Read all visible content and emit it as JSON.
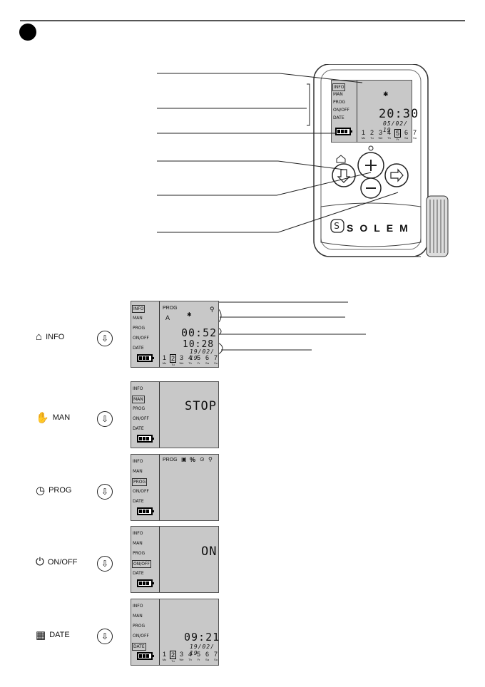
{
  "menu": {
    "info": "INFO",
    "man": "MAN",
    "prog": "PROG",
    "onoff": "ON/OFF",
    "date": "DATE"
  },
  "device": {
    "brand": "SOLEM",
    "time": "20:30",
    "date": "05/02/ 19",
    "days": [
      {
        "n": "1",
        "d": "Mo"
      },
      {
        "n": "2",
        "d": "Tu"
      },
      {
        "n": "3",
        "d": "We"
      },
      {
        "n": "4",
        "d": "Th"
      },
      {
        "n": "5",
        "d": "Fr"
      },
      {
        "n": "6",
        "d": "Sa"
      },
      {
        "n": "7",
        "d": "Su"
      }
    ],
    "selected_day": "5"
  },
  "screens": {
    "info": {
      "prog_label": "PROG",
      "prog_letter": "A",
      "value_main": "00:52",
      "value_time": "10:28",
      "value_date": "19/02/ 19",
      "selected_day": "2"
    },
    "man": {
      "text": "STOP"
    },
    "prog": {
      "prog_label": "PROG",
      "percent": "%"
    },
    "onoff": {
      "text": "ON"
    },
    "date": {
      "time": "09:21",
      "date": "19/02/ 19",
      "selected_day": "2"
    }
  },
  "rows": [
    {
      "key": "info",
      "label": "INFO",
      "icon": "home-icon"
    },
    {
      "key": "man",
      "label": "MAN",
      "icon": "hand-icon"
    },
    {
      "key": "prog",
      "label": "PROG",
      "icon": "clock-icon"
    },
    {
      "key": "onoff",
      "label": "ON/OFF",
      "icon": "power-icon"
    },
    {
      "key": "date",
      "label": "DATE",
      "icon": "calendar-clock-icon"
    }
  ]
}
